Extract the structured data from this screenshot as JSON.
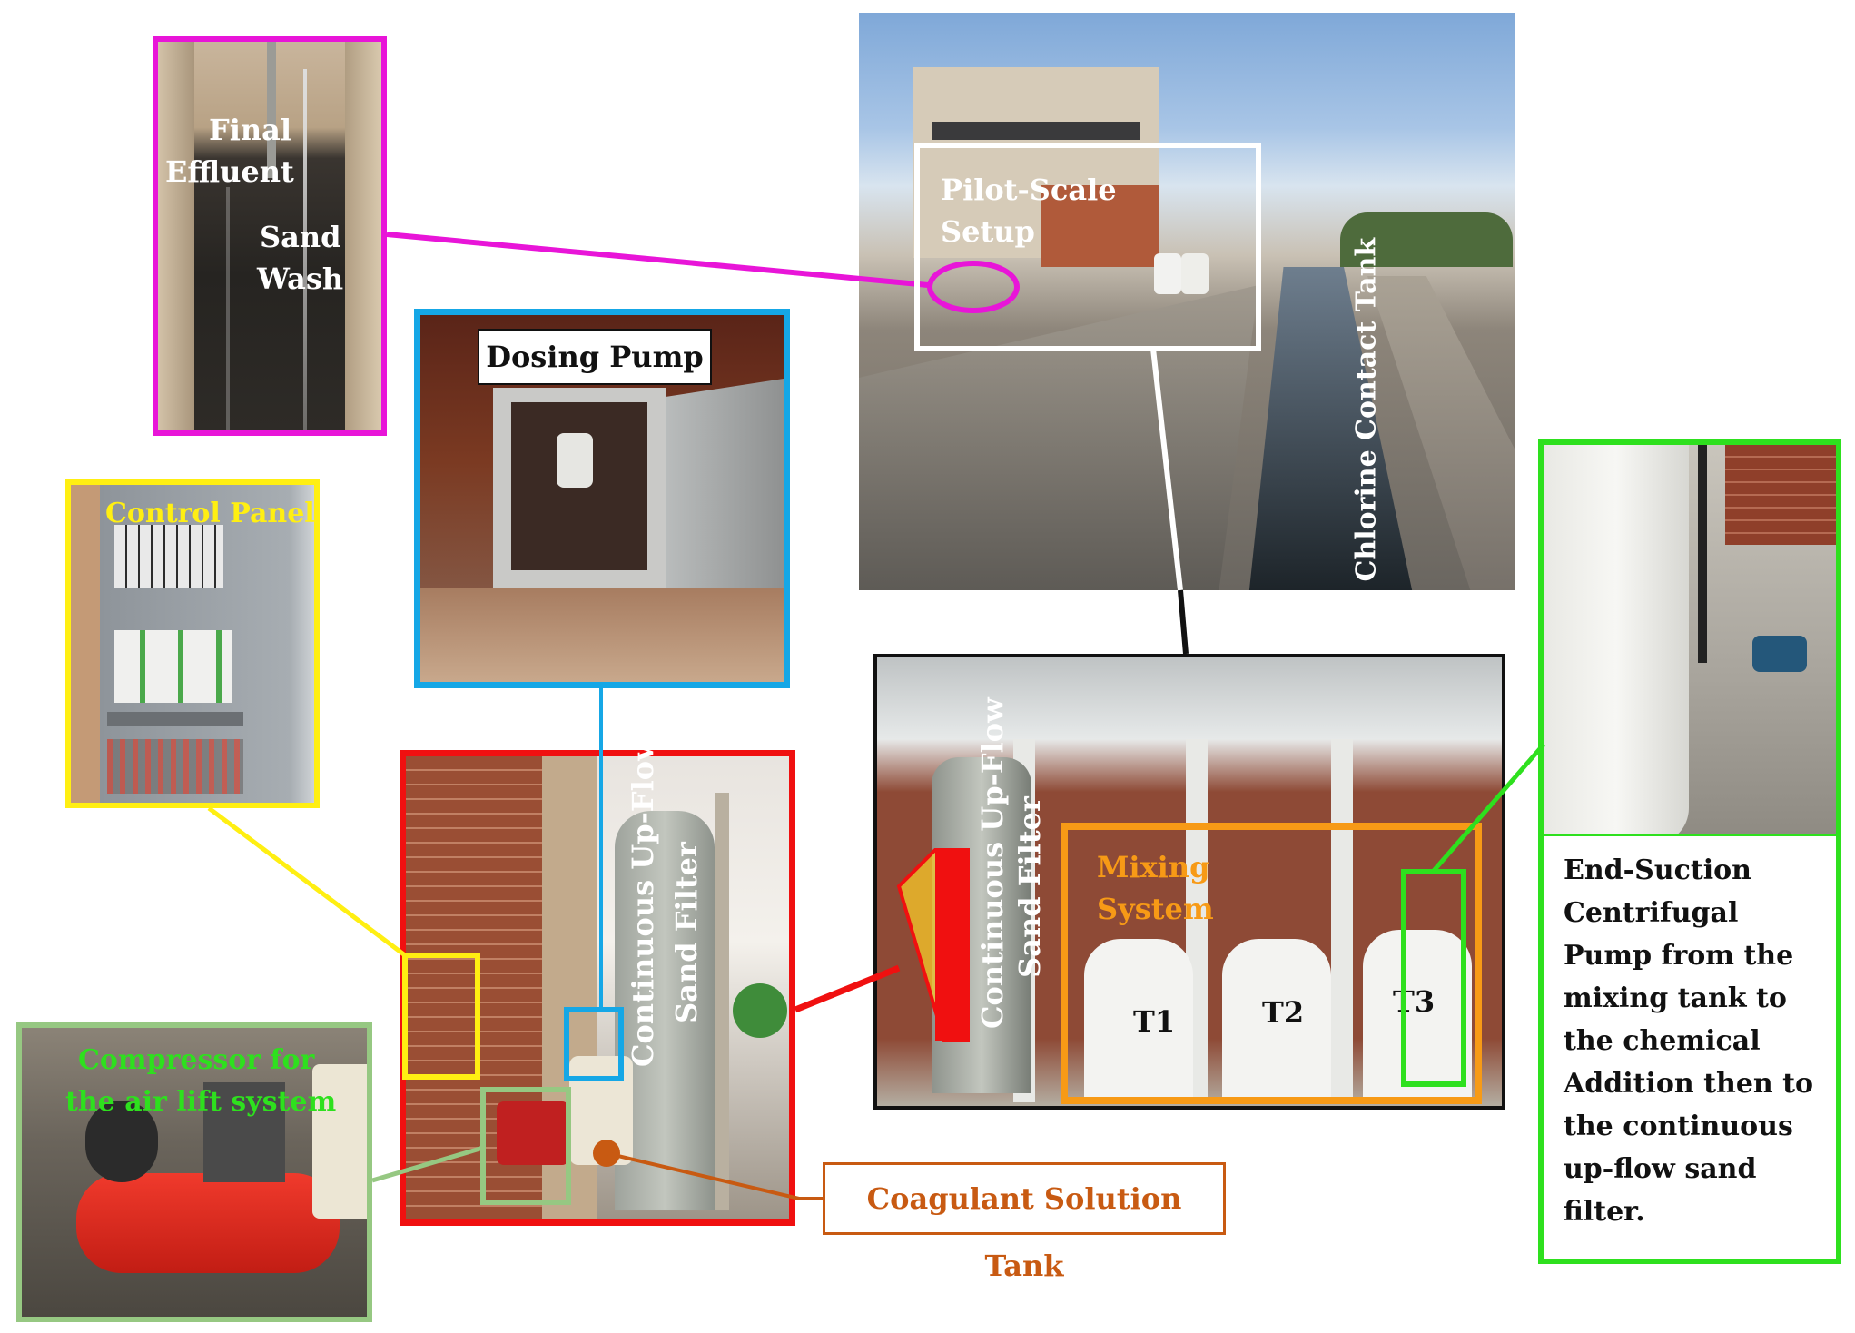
{
  "labels": {
    "final_effluent_1": "Final",
    "final_effluent_2": "Effluent",
    "sand_wash_1": "Sand",
    "sand_wash_2": "Wash",
    "dosing_pump": "Dosing Pump",
    "control_panel": "Control Panel",
    "pilot_scale_1": "Pilot-Scale",
    "pilot_scale_2": "Setup",
    "chlorine_contact_tank": "Chlorine Contact Tank",
    "cuf_1": "Continuous Up-Flow",
    "cuf_2": "Sand Filter",
    "mixing_1": "Mixing",
    "mixing_2": "System",
    "t1": "T1",
    "t2": "T2",
    "t3": "T3",
    "compressor_1": "Compressor for",
    "compressor_2": "the air lift system",
    "coagulant": "Coagulant Solution Tank",
    "pump_desc": [
      "End-Suction",
      "Centrifugal",
      "Pump from the",
      "mixing tank to",
      "the chemical",
      "Addition then to",
      "the continuous",
      "up-flow sand",
      "filter."
    ]
  },
  "colors": {
    "magenta": "#e815d8",
    "cyan": "#15a7e6",
    "yellow": "#ffef12",
    "red": "#f01010",
    "green": "#2ee01e",
    "orange": "#f79a16",
    "brown": "#c85a12",
    "light_green": "#96c882",
    "white": "#ffffff",
    "black": "#111111"
  }
}
